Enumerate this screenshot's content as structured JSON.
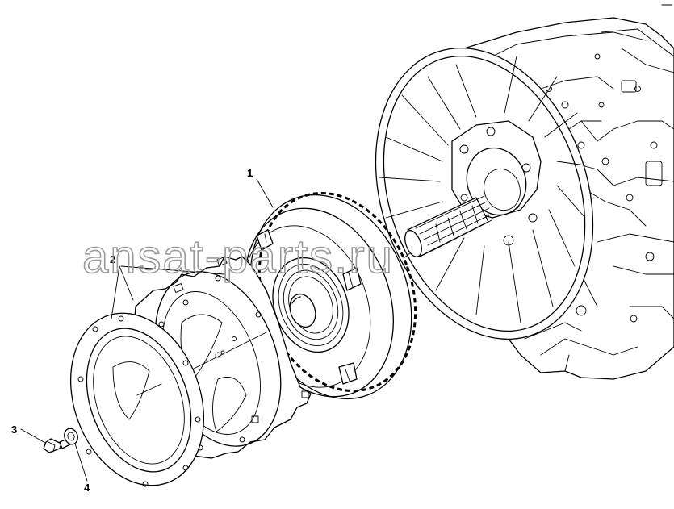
{
  "diagram": {
    "callouts": [
      {
        "id": "1",
        "label": "1"
      },
      {
        "id": "2",
        "label": "2"
      },
      {
        "id": "3",
        "label": "3"
      },
      {
        "id": "4",
        "label": "4"
      }
    ],
    "watermark": "ansat-parts.ru",
    "parts": [
      "torque-converter",
      "transmission-housing",
      "flexplate",
      "mounting-ring",
      "bolt",
      "washer"
    ]
  }
}
